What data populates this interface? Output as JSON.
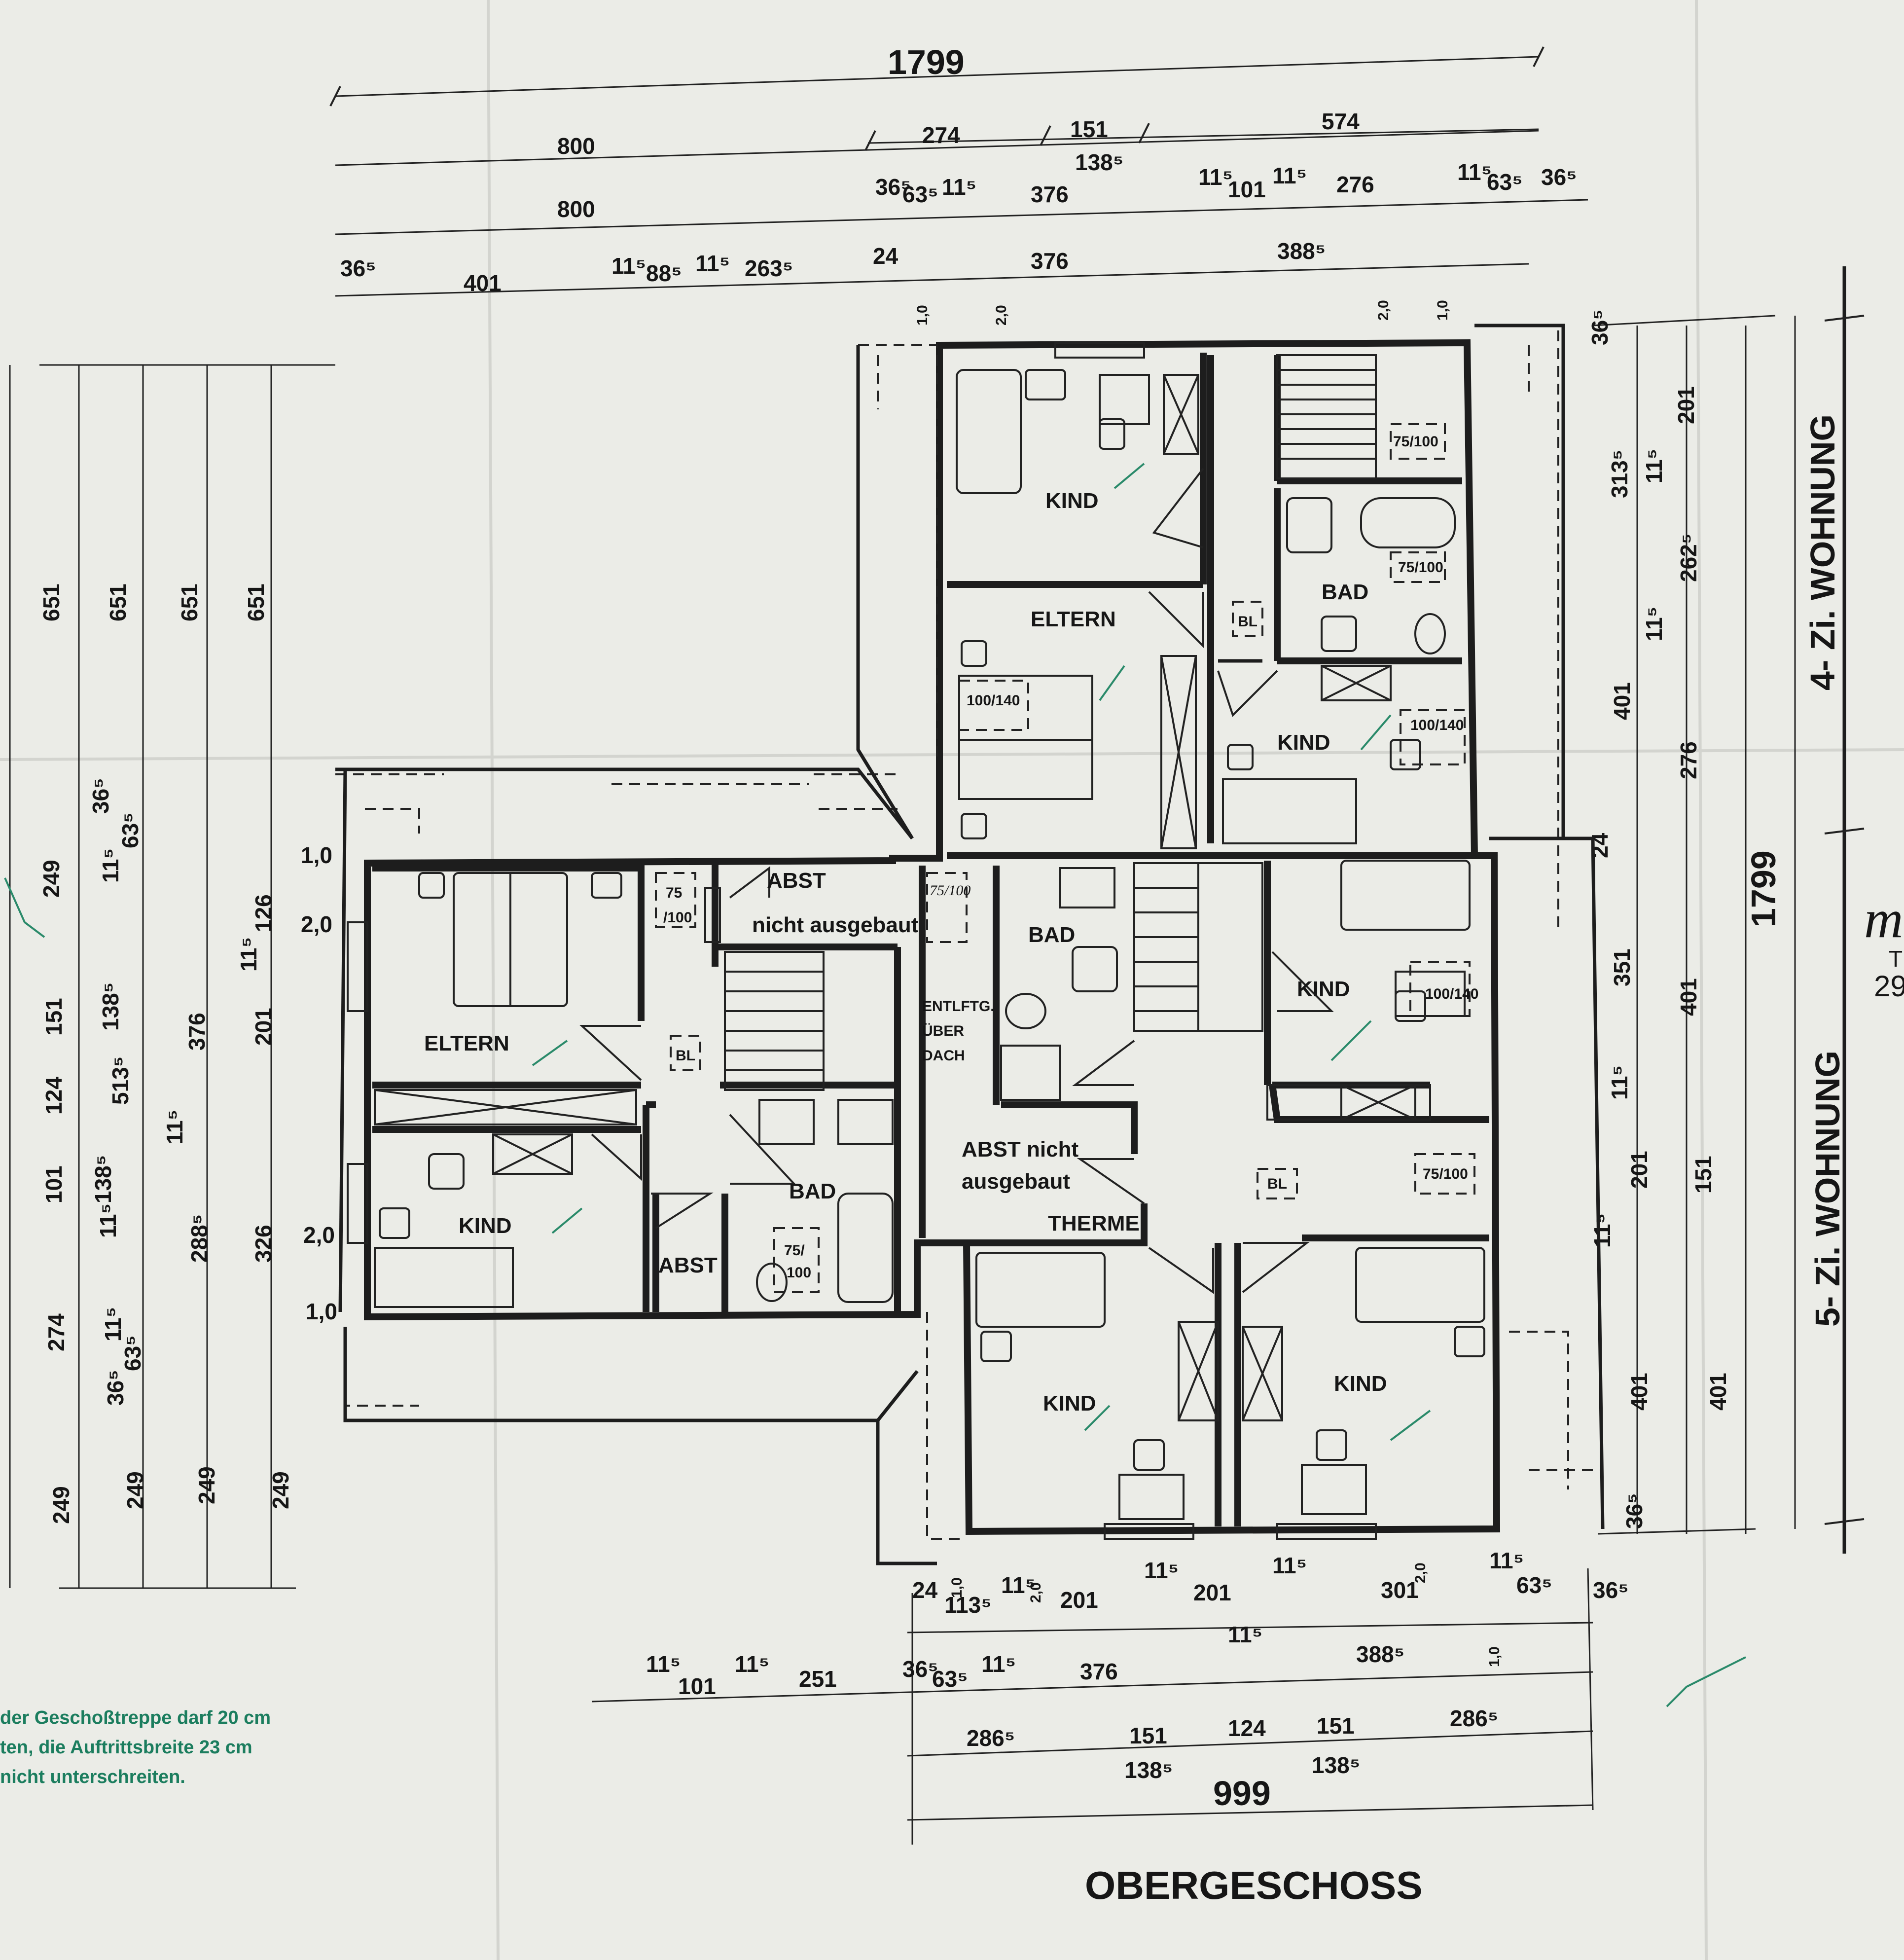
{
  "title": "OBERGESCHOSS",
  "apartments": {
    "upper": "4- Zi. WOHNUNG",
    "lower": "5- Zi. WOHNUNG"
  },
  "rooms": {
    "kind_top": "KIND",
    "eltern_right": "ELTERN",
    "bad_right": "BAD",
    "kind_right_mid": "KIND",
    "kind_right_lower": "KIND",
    "bad_center": "BAD",
    "entlueftung": [
      "ENTLFTG.",
      "ÜBER",
      "DACH"
    ],
    "abst_center": [
      "ABST nicht",
      "ausgebaut"
    ],
    "therme": "THERME",
    "kind_bottom_left": "KIND",
    "kind_bottom_right": "KIND",
    "eltern_left": "ELTERN",
    "kind_left": "KIND",
    "abst_left_top": [
      "ABST",
      "nicht ausgebaut"
    ],
    "abst_left_small": "ABST",
    "bad_left": "BAD"
  },
  "labels_small": {
    "size_75_100": "75/100",
    "size_100_140": "100/140",
    "bl": "BL",
    "stair_75": "75",
    "stair_100": "/100",
    "handwritten_75": "75/100",
    "bad_75": "75/",
    "bad_100": "100"
  },
  "dimensions": {
    "top_total": "1799",
    "top_row1": [
      "274",
      "151",
      "574"
    ],
    "top_row1b": "138⁵",
    "top_row2": [
      "800",
      "36⁵",
      "63⁵",
      "11⁵",
      "376",
      "11⁵",
      "101",
      "11⁵",
      "276",
      "11⁵",
      "63⁵",
      "36⁵"
    ],
    "top_row3": [
      "800"
    ],
    "top_row4": [
      "36⁵",
      "401",
      "11⁵",
      "88⁵",
      "11⁵",
      "263⁵",
      "24",
      "376",
      "388⁵"
    ],
    "small_levels": [
      "1,0",
      "2,0",
      "2,0",
      "1,0",
      "1,0",
      "2,0",
      "2,0",
      "1,0",
      "1,0",
      "2,0",
      "2,0",
      "1,0"
    ],
    "left_cols": [
      "651",
      "651",
      "651",
      "651",
      "249",
      "151",
      "124",
      "101",
      "274",
      "249",
      "249",
      "249",
      "249"
    ],
    "left_inner": [
      "36⁵",
      "63⁵",
      "11⁵",
      "138⁵",
      "513⁵",
      "11⁵",
      "138⁵",
      "11⁵",
      "288⁵",
      "11⁵",
      "63⁵",
      "36⁵",
      "376",
      "326",
      "126",
      "201",
      "11⁵"
    ],
    "right_cols": [
      "36⁵",
      "201",
      "313⁵",
      "11⁵",
      "262⁵",
      "11⁵",
      "401",
      "276",
      "24",
      "351",
      "401",
      "11⁵",
      "201",
      "151",
      "11⁵",
      "401",
      "401",
      "36⁵",
      "1799"
    ],
    "bottom_row1": [
      "24",
      "113⁵",
      "11⁵",
      "201",
      "11⁵",
      "201",
      "11⁵",
      "301",
      "11⁵",
      "63⁵",
      "36⁵"
    ],
    "bottom_row2": [
      "11⁵",
      "101",
      "11⁵",
      "251",
      "36⁵",
      "63⁵",
      "11⁵",
      "376",
      "11⁵",
      "388⁵"
    ],
    "bottom_row3": [
      "286⁵",
      "151",
      "124",
      "151",
      "286⁵"
    ],
    "bottom_row3b": [
      "138⁵",
      "138⁵"
    ],
    "bottom_total": "999"
  },
  "note": [
    "der Geschoßtreppe darf 20 cm",
    "ten, die Auftrittsbreite 23 cm",
    " nicht unterschreiten."
  ],
  "side_stamp": [
    "m",
    "T",
    "29"
  ]
}
